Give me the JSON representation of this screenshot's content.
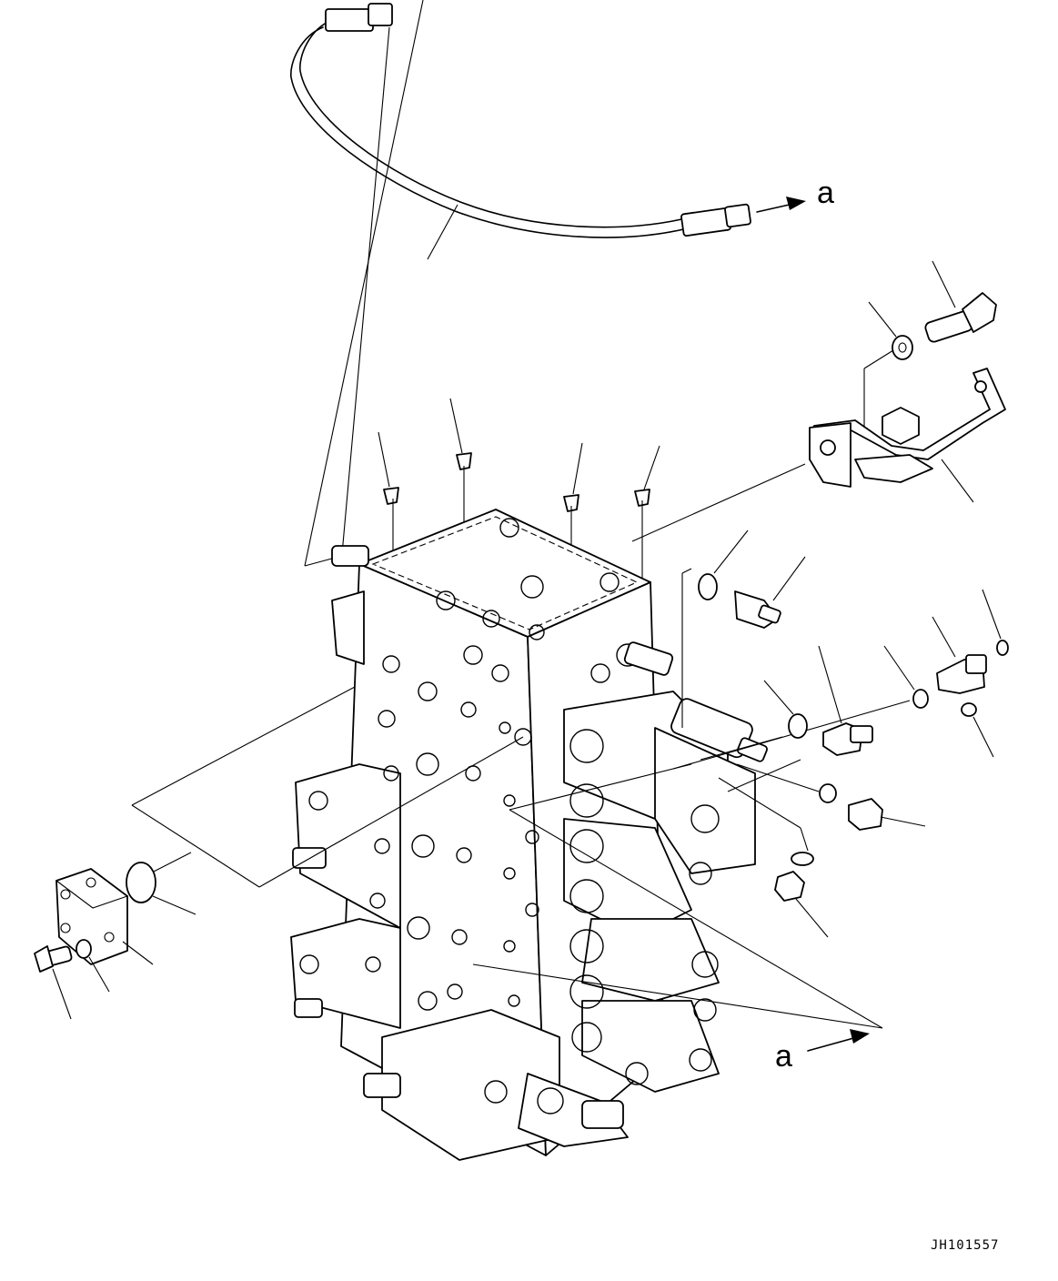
{
  "labels": {
    "ref_top": "a",
    "ref_bottom": "a",
    "drawing_code": "JH101557"
  }
}
